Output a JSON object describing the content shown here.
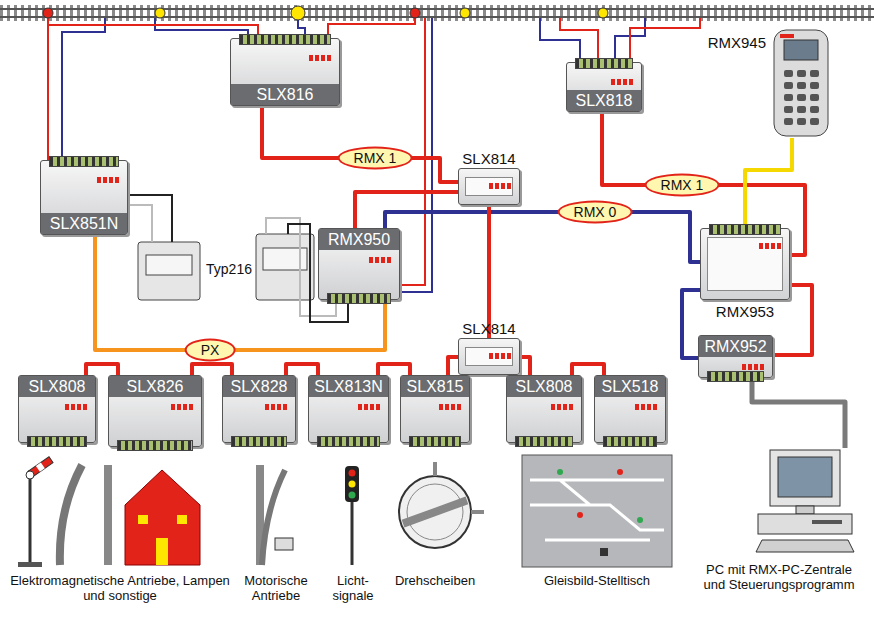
{
  "diagram": {
    "nodes": [
      {
        "text": [
          "SLX816"
        ]
      },
      {
        "text": [
          "SLX818"
        ]
      },
      {
        "text": [
          "RMX945"
        ]
      },
      {
        "text": [
          "SLX814"
        ]
      },
      {
        "text": [
          "SLX851N"
        ]
      },
      {
        "text": [
          "RMX950"
        ]
      },
      {
        "text": [
          "RMX953"
        ]
      },
      {
        "text": [
          "SLX814"
        ]
      },
      {
        "text": [
          "RMX952"
        ]
      },
      {
        "text": [
          "SLX808"
        ]
      },
      {
        "text": [
          "SLX826"
        ]
      },
      {
        "text": [
          "SLX828"
        ]
      },
      {
        "text": [
          "SLX813N"
        ]
      },
      {
        "text": [
          "SLX815"
        ]
      },
      {
        "text": [
          "SLX808"
        ]
      },
      {
        "text": [
          "SLX518"
        ]
      },
      {
        "text": [
          "PC mit RMX-PC-Zentrale und Steuerungsprogramm"
        ]
      }
    ],
    "edges": [
      {
        "from": 0,
        "to": 3,
        "arrow": "none",
        "label": "RMX 1"
      },
      {
        "from": 1,
        "to": 6,
        "arrow": "none",
        "label": "RMX 1"
      },
      {
        "from": 2,
        "to": 6,
        "arrow": "none"
      },
      {
        "from": 5,
        "to": 3,
        "arrow": "none"
      },
      {
        "from": 5,
        "to": 6,
        "arrow": "none",
        "label": "RMX 0"
      },
      {
        "from": 3,
        "to": 7,
        "arrow": "none"
      },
      {
        "from": 4,
        "to": 5,
        "arrow": "none",
        "label": "PX"
      },
      {
        "from": 7,
        "to": 13,
        "arrow": "none"
      },
      {
        "from": 7,
        "to": 14,
        "arrow": "none"
      },
      {
        "from": 13,
        "to": 12,
        "arrow": "none"
      },
      {
        "from": 12,
        "to": 11,
        "arrow": "none"
      },
      {
        "from": 11,
        "to": 10,
        "arrow": "none"
      },
      {
        "from": 10,
        "to": 9,
        "arrow": "none"
      },
      {
        "from": 14,
        "to": 15,
        "arrow": "none"
      },
      {
        "from": 6,
        "to": 8,
        "arrow": "none"
      },
      {
        "from": 6,
        "to": 8,
        "arrow": "none"
      },
      {
        "from": 8,
        "to": 16,
        "arrow": "none"
      }
    ],
    "labels": [
      "Typ216",
      "Elektromagnetische Antriebe, Lampen und sonstige",
      "Motorische Antriebe",
      "Licht- signale",
      "Drehscheiben",
      "Gleisbild-Stelltisch"
    ]
  }
}
